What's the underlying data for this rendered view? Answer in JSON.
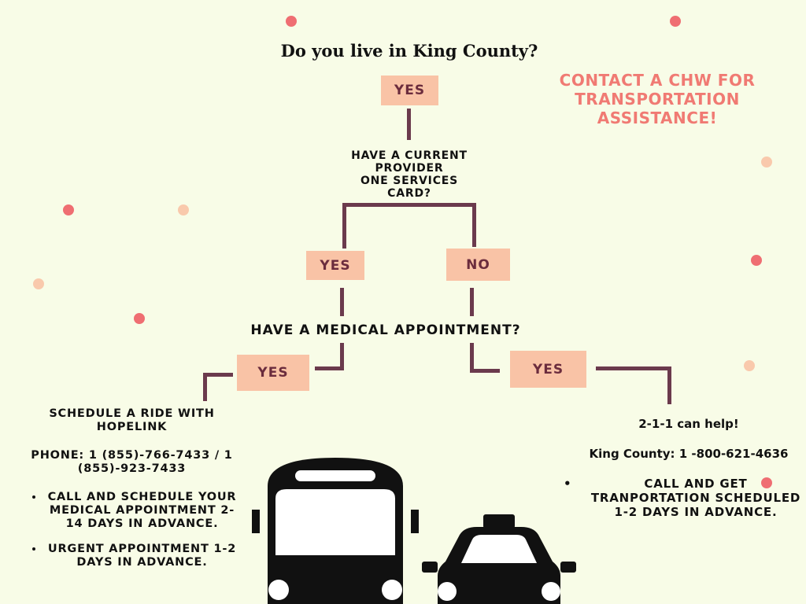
{
  "flowchart": {
    "title": "Do you live in King County?",
    "cta": "CONTACT A CHW FOR TRANSPORTATION ASSISTANCE!",
    "yes_1": "YES",
    "q_card": [
      "HAVE A CURRENT",
      "PROVIDER",
      "ONE SERVICES",
      "CARD?"
    ],
    "yes_2": "YES",
    "no_1": "NO",
    "q_appointment": "HAVE A MEDICAL APPOINTMENT?",
    "yes_left": "YES",
    "yes_right": "YES"
  },
  "left_panel": {
    "heading": "SCHEDULE A RIDE WITH HOPELINK",
    "phone": "PHONE: 1 (855)-766-7433 / 1 (855)-923-7433",
    "bullets": [
      "CALL AND SCHEDULE YOUR MEDICAL APPOINTMENT 2-14 DAYS IN ADVANCE.",
      "URGENT APPOINTMENT 1-2 DAYS IN ADVANCE."
    ]
  },
  "right_panel": {
    "heading": "2-1-1 can help!",
    "phone": "King County: 1 -800-621-4636",
    "bullets": [
      "CALL AND GET TRANPORTATION SCHEDULED 1-2 DAYS IN ADVANCE."
    ]
  },
  "icons": [
    "bus-icon",
    "taxi-icon"
  ],
  "colors": {
    "background": "#f8fce7",
    "box_fill": "#f9c3a6",
    "box_text": "#6b2c3d",
    "connector": "#6b3a4d",
    "accent": "#f07a73",
    "dot_red": "#ef6e72",
    "dot_peach": "#f9c9ac"
  }
}
